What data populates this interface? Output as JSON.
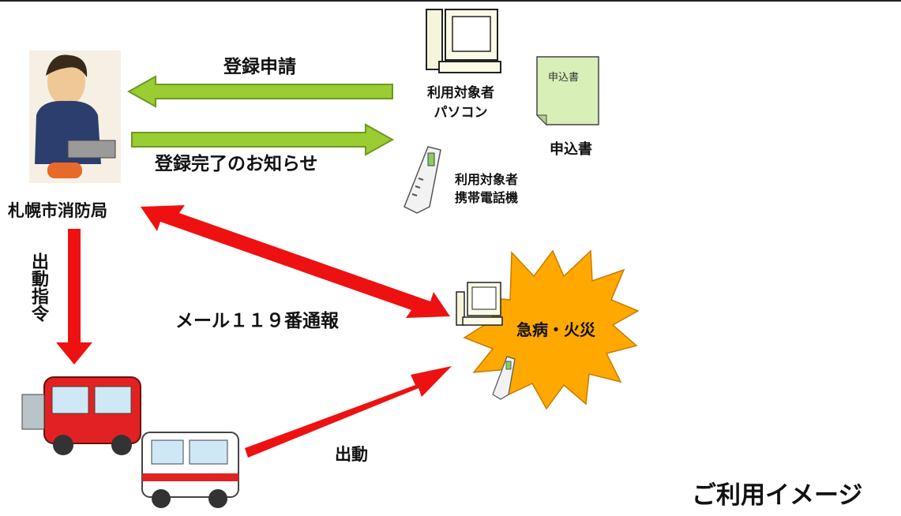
{
  "arrows": {
    "register_request": "登録申請",
    "register_complete": "登録完了のお知らせ",
    "dispatch_order": "出動指令",
    "mail_119": "メール１１９番通報",
    "dispatch": "出動"
  },
  "nodes": {
    "fire_department": "札幌市消防局",
    "user_pc": [
      "利用対象者",
      "パソコン"
    ],
    "user_mobile": [
      "利用対象者",
      "携帯電話機"
    ],
    "application_form_doc": "申込書",
    "application_form_caption": "申込書",
    "emergency": "急病・火災"
  },
  "footer": {
    "title": "ご利用イメージ"
  },
  "colors": {
    "red_arrow": "#ee1111",
    "green_arrow": "#9acc33",
    "burst": "#ffa800",
    "form_paper": "#d9efb8"
  }
}
